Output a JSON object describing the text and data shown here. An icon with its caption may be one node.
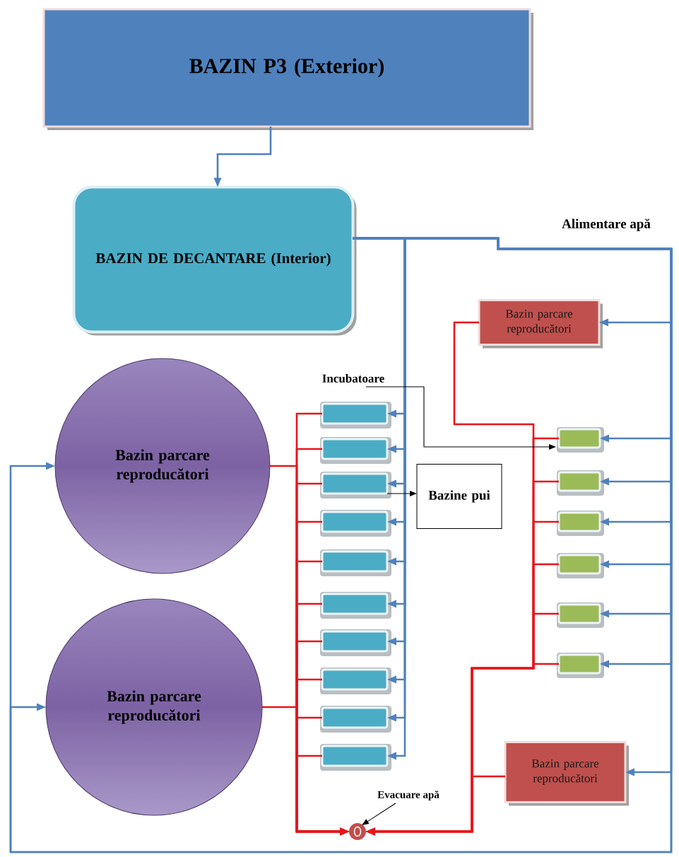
{
  "diagram": {
    "nodes": [
      {
        "text": [
          "BAZIN P3 (Exterior)"
        ]
      },
      {
        "text": [
          "BAZIN DE DECANTARE (Interior)"
        ]
      },
      {
        "text": [
          "Bazin parcare reproducători"
        ]
      },
      {
        "text": [
          "Incubatoare"
        ]
      },
      {
        "text": [
          "Bazin parcare reproducători"
        ]
      },
      {
        "text": [],
        "shape": "box"
      },
      {
        "text": [],
        "shape": "box"
      },
      {
        "text": [],
        "shape": "box"
      },
      {
        "text": [],
        "shape": "box"
      },
      {
        "text": [],
        "shape": "box"
      },
      {
        "text": [],
        "shape": "box"
      },
      {
        "text": [],
        "shape": "box"
      },
      {
        "text": [],
        "shape": "box"
      },
      {
        "text": [],
        "shape": "box"
      },
      {
        "text": [],
        "shape": "box"
      },
      {
        "text": [],
        "shape": "box"
      },
      {
        "text": [],
        "shape": "box"
      },
      {
        "text": [],
        "shape": "box"
      },
      {
        "text": [],
        "shape": "box"
      },
      {
        "text": [],
        "shape": "box"
      },
      {
        "text": [],
        "shape": "box"
      },
      {
        "text": [
          "Bazine pui"
        ]
      },
      {
        "text": [
          "Bazin parcare reproducători"
        ]
      },
      {
        "text": [
          "Bazin parcare reproducători"
        ]
      },
      {
        "text": [
          "Evacuare apă"
        ]
      },
      {
        "text": [],
        "shape": "circle"
      }
    ],
    "edges": [
      {
        "from": 0,
        "to": 1,
        "arrow": "to"
      },
      {
        "from": 1,
        "to": 5,
        "arrow": "to"
      },
      {
        "from": 1,
        "to": 6,
        "arrow": "to"
      },
      {
        "from": 1,
        "to": 7,
        "arrow": "to"
      },
      {
        "from": 1,
        "to": 8,
        "arrow": "to"
      },
      {
        "from": 1,
        "to": 9,
        "arrow": "to"
      },
      {
        "from": 1,
        "to": 10,
        "arrow": "to"
      },
      {
        "from": 1,
        "to": 11,
        "arrow": "to"
      },
      {
        "from": 1,
        "to": 12,
        "arrow": "to"
      },
      {
        "from": 1,
        "to": 13,
        "arrow": "to"
      },
      {
        "from": 1,
        "to": 14,
        "arrow": "to"
      },
      {
        "from": 1,
        "to": 2,
        "arrow": "to"
      },
      {
        "from": 1,
        "to": 15,
        "arrow": "to"
      },
      {
        "from": 1,
        "to": 16,
        "arrow": "to"
      },
      {
        "from": 1,
        "to": 17,
        "arrow": "to"
      },
      {
        "from": 1,
        "to": 18,
        "arrow": "to"
      },
      {
        "from": 1,
        "to": 19,
        "arrow": "to"
      },
      {
        "from": 1,
        "to": 20,
        "arrow": "to"
      },
      {
        "from": 1,
        "to": 23,
        "arrow": "to"
      },
      {
        "from": 1,
        "to": 4,
        "arrow": "to"
      },
      {
        "from": 1,
        "to": 22,
        "arrow": "to"
      },
      {
        "from": 4,
        "to": 25,
        "arrow": "to",
        "color": "#e8141b"
      },
      {
        "from": 22,
        "to": 25,
        "arrow": "to",
        "color": "#e8141b"
      },
      {
        "from": 5,
        "to": 25,
        "arrow": "to",
        "color": "#e8141b"
      },
      {
        "from": 6,
        "to": 25,
        "arrow": "to",
        "color": "#e8141b"
      },
      {
        "from": 7,
        "to": 25,
        "arrow": "to",
        "color": "#e8141b"
      },
      {
        "from": 8,
        "to": 25,
        "arrow": "to",
        "color": "#e8141b"
      },
      {
        "from": 9,
        "to": 25,
        "arrow": "to",
        "color": "#e8141b"
      },
      {
        "from": 10,
        "to": 25,
        "arrow": "to",
        "color": "#e8141b"
      },
      {
        "from": 11,
        "to": 25,
        "arrow": "to",
        "color": "#e8141b"
      },
      {
        "from": 12,
        "to": 25,
        "arrow": "to",
        "color": "#e8141b"
      },
      {
        "from": 13,
        "to": 25,
        "arrow": "to",
        "color": "#e8141b"
      },
      {
        "from": 14,
        "to": 25,
        "arrow": "to",
        "color": "#e8141b"
      },
      {
        "from": 2,
        "to": 25,
        "arrow": "to",
        "color": "#e8141b"
      },
      {
        "from": 15,
        "to": 25,
        "arrow": "to",
        "color": "#e8141b"
      },
      {
        "from": 16,
        "to": 25,
        "arrow": "to",
        "color": "#e8141b"
      },
      {
        "from": 17,
        "to": 25,
        "arrow": "to",
        "color": "#e8141b"
      },
      {
        "from": 18,
        "to": 25,
        "arrow": "to",
        "color": "#e8141b"
      },
      {
        "from": 19,
        "to": 25,
        "arrow": "to",
        "color": "#e8141b"
      },
      {
        "from": 20,
        "to": 25,
        "arrow": "to",
        "color": "#e8141b"
      },
      {
        "from": 23,
        "to": 25,
        "arrow": "to",
        "color": "#e8141b"
      },
      {
        "from": 3,
        "to": 15,
        "arrow": "to",
        "color": "#000000"
      },
      {
        "from": 7,
        "to": 21,
        "arrow": "to",
        "color": "#000000"
      },
      {
        "from": 24,
        "to": 25,
        "arrow": "to",
        "color": "#000000"
      }
    ],
    "labels": [
      "Alimentare apă"
    ]
  }
}
